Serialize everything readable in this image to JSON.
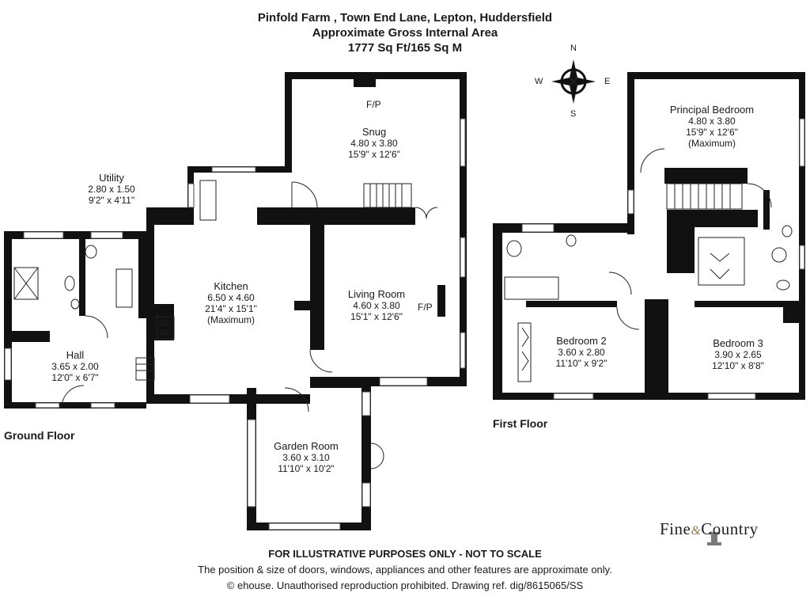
{
  "header": {
    "address": "Pinfold Farm , Town End Lane, Lepton, Huddersfield",
    "area_label": "Approximate Gross Internal Area",
    "area_value": "1777 Sq Ft/165 Sq M"
  },
  "floors": {
    "ground": "Ground Floor",
    "first": "First Floor"
  },
  "fireplace_label": "F/P",
  "compass": {
    "n": "N",
    "s": "S",
    "e": "E",
    "w": "W"
  },
  "rooms": {
    "utility": {
      "name": "Utility",
      "metric": "2.80 x 1.50",
      "imperial": "9'2\" x 4'11\""
    },
    "snug": {
      "name": "Snug",
      "metric": "4.80 x 3.80",
      "imperial": "15'9\" x 12'6\""
    },
    "kitchen": {
      "name": "Kitchen",
      "metric": "6.50 x 4.60",
      "imperial": "21'4\" x 15'1\"",
      "note": "(Maximum)"
    },
    "living": {
      "name": "Living Room",
      "metric": "4.60 x 3.80",
      "imperial": "15'1\" x 12'6\""
    },
    "hall": {
      "name": "Hall",
      "metric": "3.65 x 2.00",
      "imperial": "12'0\" x 6'7\""
    },
    "garden": {
      "name": "Garden Room",
      "metric": "3.60 x 3.10",
      "imperial": "11'10\" x 10'2\""
    },
    "principal": {
      "name": "Principal Bedroom",
      "metric": "4.80 x 3.80",
      "imperial": "15'9\" x 12'6\"",
      "note": "(Maximum)"
    },
    "bed2": {
      "name": "Bedroom 2",
      "metric": "3.60 x 2.80",
      "imperial": "11'10\" x 9'2\""
    },
    "bed3": {
      "name": "Bedroom 3",
      "metric": "3.90 x 2.65",
      "imperial": "12'10\" x 8'8\""
    }
  },
  "footer": {
    "disclaimer": "FOR ILLUSTRATIVE PURPOSES ONLY - NOT TO SCALE",
    "note": "The position & size of doors, windows, appliances and other features are approximate only.",
    "copyright": "© ehouse. Unauthorised reproduction prohibited. Drawing ref. dig/8615065/SS"
  },
  "logo": {
    "left": "Fine",
    "amp": "&",
    "right": "Country"
  }
}
